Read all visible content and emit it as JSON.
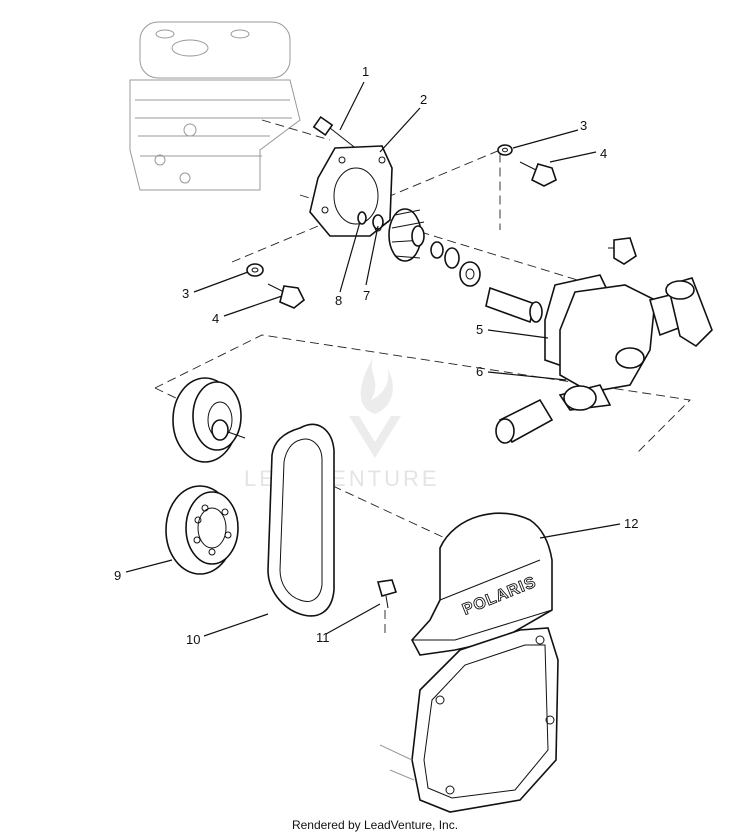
{
  "diagram": {
    "callouts": [
      "1",
      "2",
      "3",
      "4",
      "3",
      "4",
      "5",
      "6",
      "7",
      "8",
      "9",
      "10",
      "11",
      "12"
    ],
    "brand_text": "POLARIS",
    "watermark": "LEADVENTURE",
    "credit": "Rendered by LeadVenture, Inc."
  },
  "icons": {
    "watermark_logo": "flame-v-icon"
  },
  "colors": {
    "ink": "#111111",
    "watermark": "#e4e4e4"
  }
}
